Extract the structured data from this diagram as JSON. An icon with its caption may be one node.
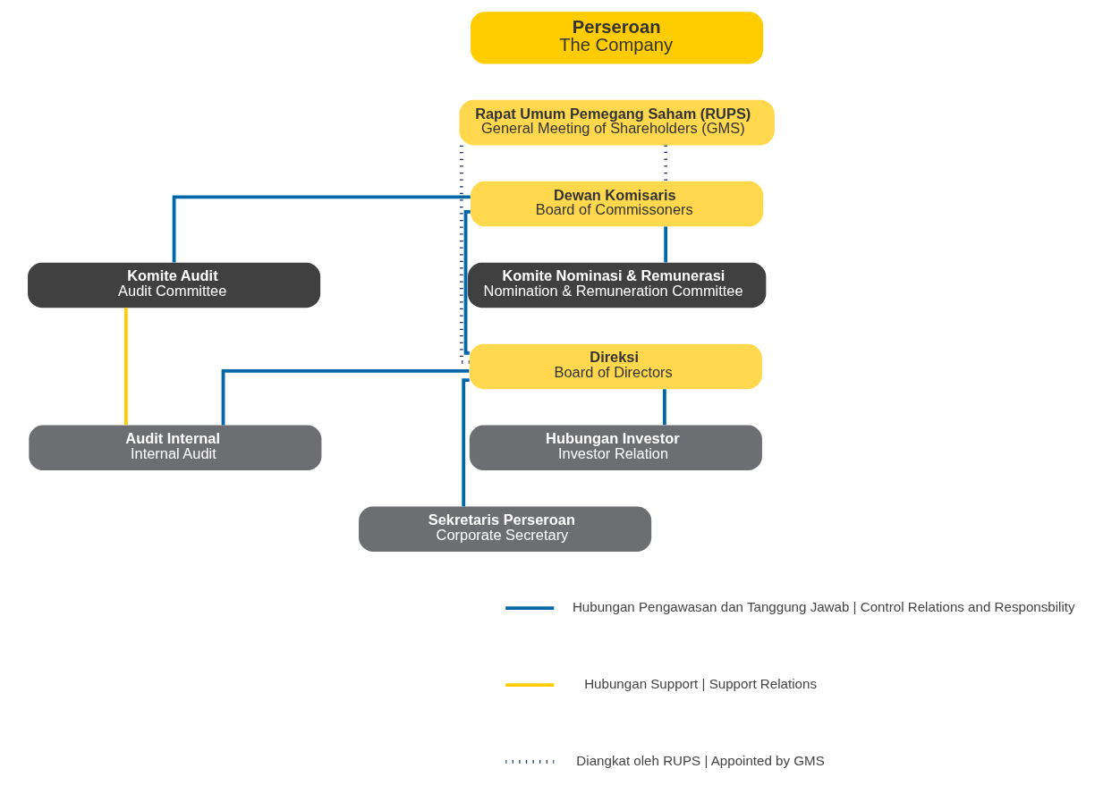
{
  "diagram": {
    "nodes": [
      {
        "text": [
          "Perseroan",
          "The Company"
        ]
      },
      {
        "text": [
          "Rapat Umum Pemegang Saham (RUPS)",
          "General Meeting of Shareholders (GMS)"
        ]
      },
      {
        "text": [
          "Dewan Komisaris",
          "Board of Commissoners"
        ]
      },
      {
        "text": [
          "Komite Nominasi & Remunerasi",
          "Nomination & Remuneration Committee"
        ]
      },
      {
        "text": [
          "Komite Audit",
          "Audit Committee"
        ]
      },
      {
        "text": [
          "Direksi",
          "Board of Directors"
        ]
      },
      {
        "text": [
          "Hubungan Investor",
          "Investor Relation"
        ]
      },
      {
        "text": [
          "Audit Internal",
          "Internal Audit"
        ]
      },
      {
        "text": [
          "Sekretaris Perseroan",
          "Corporate Secretary"
        ]
      }
    ],
    "edges": [
      {
        "from": 1,
        "to": 2,
        "arrow": "none",
        "style": "dashed",
        "color": "#1f2a6b"
      },
      {
        "from": 1,
        "to": 5,
        "arrow": "none",
        "style": "dashed",
        "color": "#1f2a6b"
      },
      {
        "from": 2,
        "to": 3,
        "arrow": "none"
      },
      {
        "from": 2,
        "to": 4,
        "arrow": "none"
      },
      {
        "from": 2,
        "to": 5,
        "arrow": "none"
      },
      {
        "from": 5,
        "to": 6,
        "arrow": "none"
      },
      {
        "from": 5,
        "to": 7,
        "arrow": "none"
      },
      {
        "from": 5,
        "to": 8,
        "arrow": "none"
      },
      {
        "from": 4,
        "to": 7,
        "arrow": "none",
        "color": "#ffcc00"
      }
    ],
    "legend": [
      {
        "text": "Hubungan Pengawasan dan Tanggung Jawab | Control Relations and Responsbility"
      },
      {
        "text": "Hubungan Support | Support Relations"
      },
      {
        "text": "Diangkat oleh RUPS | Appointed by GMS"
      }
    ]
  }
}
